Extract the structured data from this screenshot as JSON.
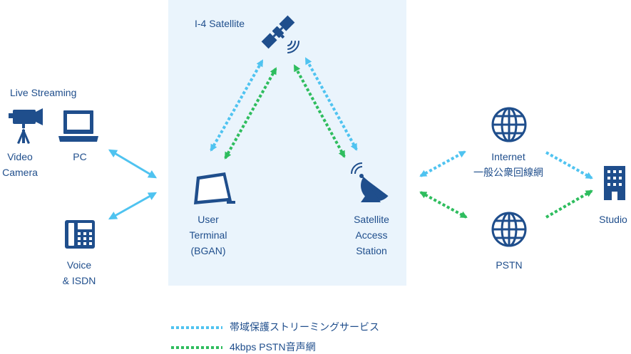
{
  "labels": {
    "satellite": "I-4 Satellite",
    "live_streaming": "Live Streaming",
    "video_camera": "Video\nCamera",
    "pc": "PC",
    "voice_isdn": "Voice\n& ISDN",
    "user_terminal": "User\nTerminal\n(BGAN)",
    "satellite_access_station": "Satellite\nAccess\nStation",
    "internet": "Internet\n一般公衆回線網",
    "pstn": "PSTN",
    "studio": "Studio"
  },
  "legend": {
    "streaming": "帯域保護ストリーミングサービス",
    "pstn_voice": "4kbps PSTN音声網"
  },
  "colors": {
    "primary": "#1f4e8c",
    "blue_link": "#4fc3f0",
    "green_link": "#2ebd5e",
    "panel_bg": "#eaf4fc"
  },
  "icons": [
    "satellite-icon",
    "video-camera-icon",
    "laptop-icon",
    "desk-phone-icon",
    "tablet-terminal-icon",
    "satellite-dish-icon",
    "globe-icon",
    "building-icon"
  ]
}
